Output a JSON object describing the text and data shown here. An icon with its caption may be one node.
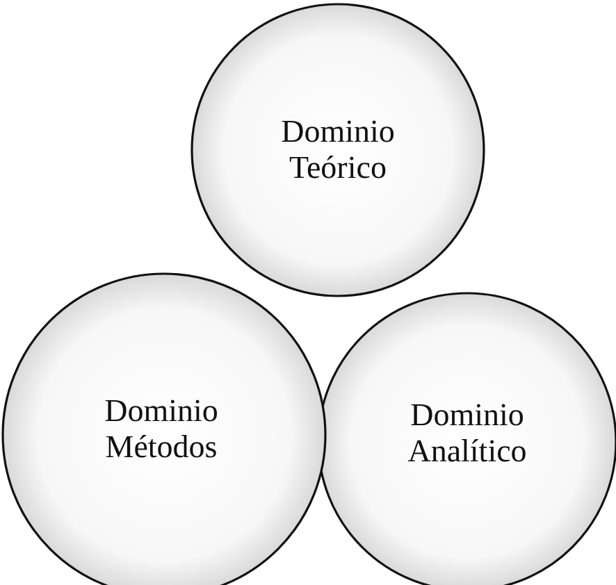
{
  "diagram": {
    "nodes": [
      {
        "text": [
          "Dominio Teórico"
        ]
      },
      {
        "text": [
          "Dominio Métodos"
        ]
      },
      {
        "text": [
          "Dominio Analítico"
        ]
      }
    ]
  }
}
